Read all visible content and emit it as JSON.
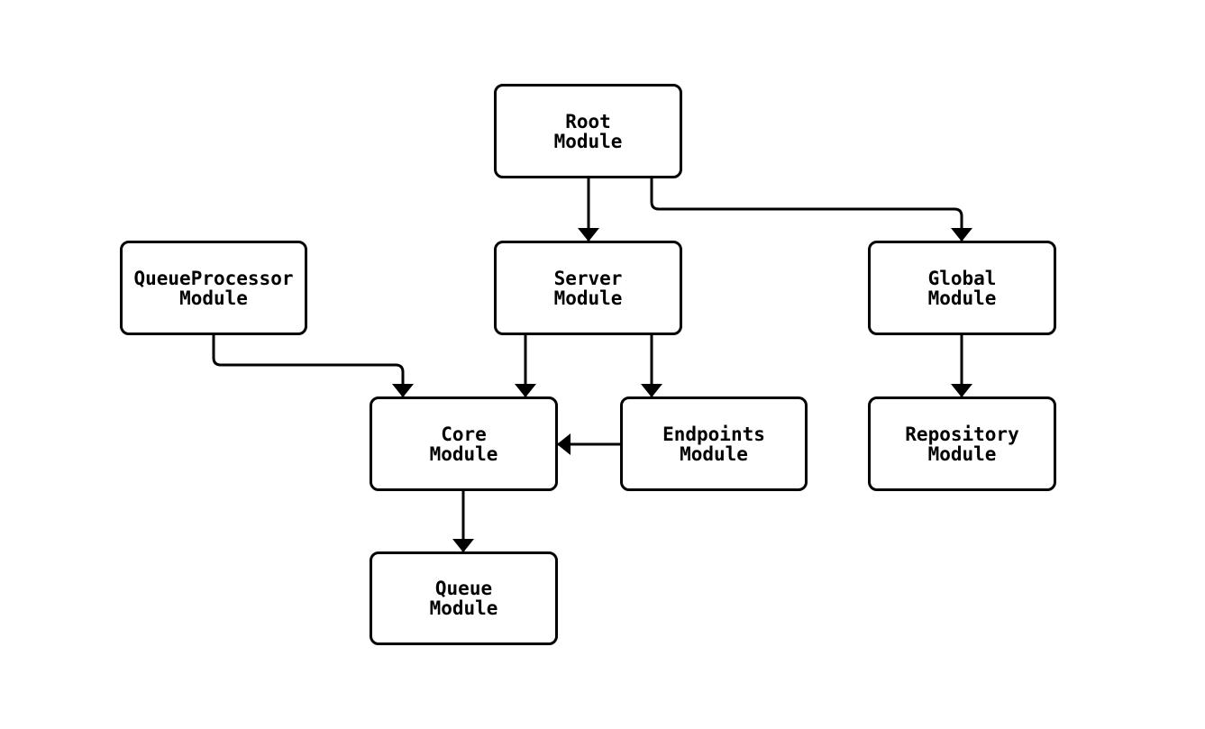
{
  "diagram": {
    "type": "module-dependency-graph",
    "colors": {
      "background": "#ffffff",
      "node_fill": "#ffffff",
      "stroke": "#000000",
      "text": "#000000"
    },
    "nodes": [
      {
        "id": "root",
        "line1": "Root",
        "line2": "Module"
      },
      {
        "id": "queue-processor",
        "line1": "QueueProcessor",
        "line2": "Module"
      },
      {
        "id": "server",
        "line1": "Server",
        "line2": "Module"
      },
      {
        "id": "global",
        "line1": "Global",
        "line2": "Module"
      },
      {
        "id": "core",
        "line1": "Core",
        "line2": "Module"
      },
      {
        "id": "endpoints",
        "line1": "Endpoints",
        "line2": "Module"
      },
      {
        "id": "repository",
        "line1": "Repository",
        "line2": "Module"
      },
      {
        "id": "queue",
        "line1": "Queue",
        "line2": "Module"
      }
    ],
    "edges": [
      {
        "from": "root",
        "to": "server"
      },
      {
        "from": "root",
        "to": "global"
      },
      {
        "from": "queue-processor",
        "to": "core"
      },
      {
        "from": "server",
        "to": "core"
      },
      {
        "from": "server",
        "to": "endpoints"
      },
      {
        "from": "endpoints",
        "to": "core"
      },
      {
        "from": "global",
        "to": "repository"
      },
      {
        "from": "core",
        "to": "queue"
      }
    ]
  }
}
